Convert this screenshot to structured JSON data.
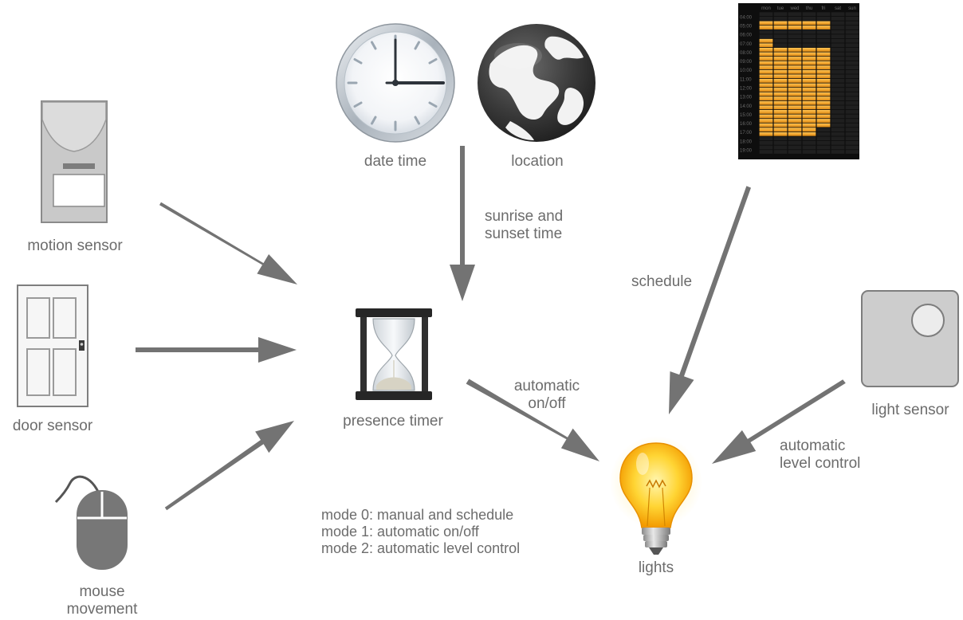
{
  "nodes": {
    "motion_sensor": "motion sensor",
    "door_sensor": "door sensor",
    "mouse_movement": "mouse\nmovement",
    "date_time": "date time",
    "location": "location",
    "presence_timer": "presence timer",
    "lights": "lights",
    "light_sensor": "light sensor"
  },
  "edges": {
    "sunrise_sunset": "sunrise and\nsunset time",
    "schedule": "schedule",
    "automatic_onoff": "automatic\non/off",
    "automatic_level": "automatic\nlevel control"
  },
  "modes": [
    "mode 0: manual and schedule",
    "mode 1: automatic on/off",
    "mode 2: automatic level control"
  ],
  "schedule_grid": {
    "days": [
      "mon",
      "tue",
      "wed",
      "thu",
      "fri",
      "sat",
      "sun"
    ],
    "hours": [
      "04:00",
      "05:00",
      "06:00",
      "07:00",
      "08:00",
      "09:00",
      "10:00",
      "11:00",
      "12:00",
      "13:00",
      "14:00",
      "15:00",
      "16:00",
      "17:00",
      "18:00",
      "19:00"
    ]
  },
  "colors": {
    "arrow": "#737373",
    "label": "#6c6c6c",
    "schedule_on": "#f2a623",
    "schedule_bg": "#0e0e0e"
  }
}
